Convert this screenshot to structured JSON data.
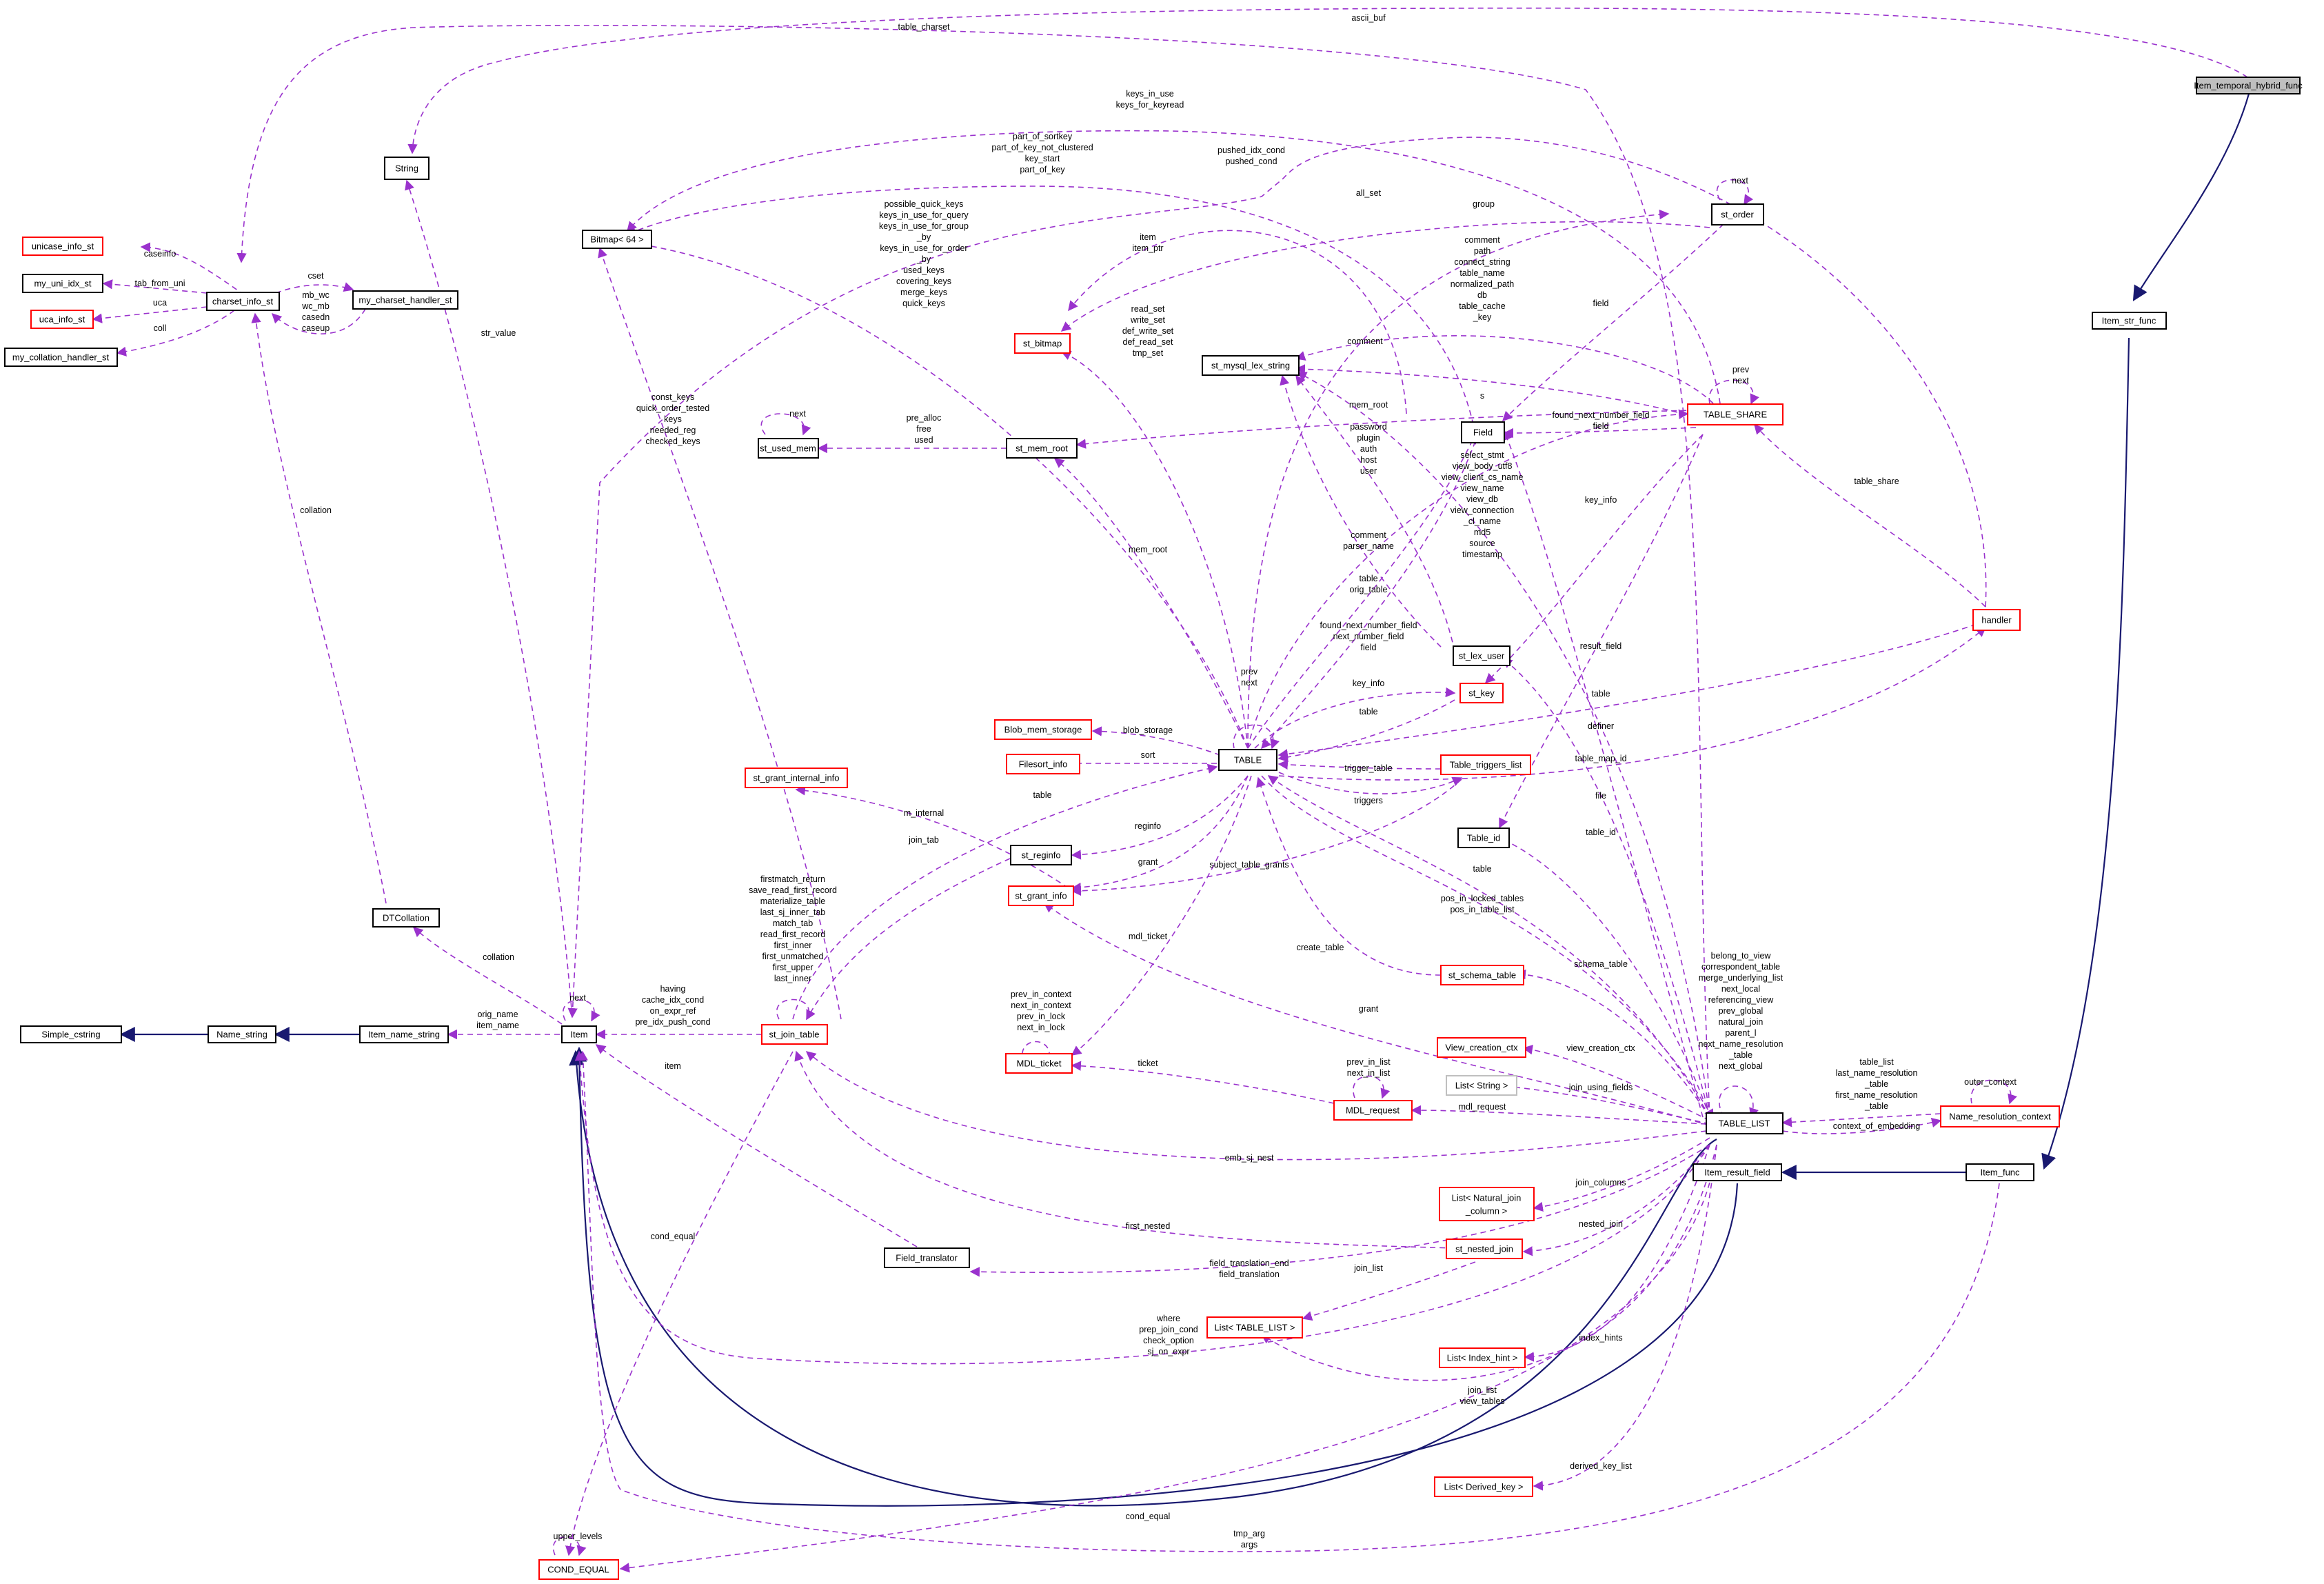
{
  "nodes": {
    "item_temporal_hybrid_func": "Item_temporal_hybrid_func",
    "item_str_func": "Item_str_func",
    "item_func": "Item_func",
    "item_result_field": "Item_result_field",
    "item": "Item",
    "item_name_string": "Item_name_string",
    "name_string": "Name_string",
    "simple_cstring": "Simple_cstring",
    "string": "String",
    "charset_info_st": "charset_info_st",
    "unicase_info_st": "unicase_info_st",
    "my_uni_idx_st": "my_uni_idx_st",
    "uca_info_st": "uca_info_st",
    "my_collation_handler_st": "my_collation_handler_st",
    "my_charset_handler_st": "my_charset_handler_st",
    "dtcollation": "DTCollation",
    "bitmap64": "Bitmap< 64 >",
    "st_used_mem": "st_used_mem",
    "st_mem_root": "st_mem_root",
    "st_bitmap": "st_bitmap",
    "st_mysql_lex_string": "st_mysql_lex_string",
    "st_order": "st_order",
    "table_share": "TABLE_SHARE",
    "field": "Field",
    "handler": "handler",
    "st_lex_user": "st_lex_user",
    "st_key": "st_key",
    "table": "TABLE",
    "blob_mem_storage": "Blob_mem_storage",
    "filesort_info": "Filesort_info",
    "st_grant_internal_info": "st_grant_internal_info",
    "table_triggers_list": "Table_triggers_list",
    "table_id": "Table_id",
    "st_reginfo": "st_reginfo",
    "st_grant_info": "st_grant_info",
    "st_join_table": "st_join_table",
    "mdl_ticket": "MDL_ticket",
    "mdl_request": "MDL_request",
    "st_schema_table": "st_schema_table",
    "view_creation_ctx": "View_creation_ctx",
    "list_string": "List< String >",
    "table_list": "TABLE_LIST",
    "name_resolution_context": "Name_resolution_context",
    "list_natural_join_column_1": "List< Natural_join",
    "list_natural_join_column_2": "_column >",
    "st_nested_join": "st_nested_join",
    "field_translator": "Field_translator",
    "list_table_list": "List< TABLE_LIST >",
    "list_index_hint": "List< Index_hint >",
    "list_derived_key": "List< Derived_key >",
    "cond_equal": "COND_EQUAL"
  },
  "edge_labels": {
    "table_charset": "table_charset",
    "ascii_buf": "ascii_buf",
    "keys_in_use": "keys_in_use\nkeys_for_keyread",
    "part_of_sortkey": "part_of_sortkey\npart_of_key_not_clustered\nkey_start\npart_of_key",
    "pushed_idx_cond": "pushed_idx_cond\npushed_cond",
    "possible_quick_keys": "possible_quick_keys\nkeys_in_use_for_query\nkeys_in_use_for_group\n_by\nkeys_in_use_for_order\n_by\nused_keys\ncovering_keys\nmerge_keys\nquick_keys",
    "all_set": "all_set",
    "group": "group",
    "next_order": "next",
    "item_ptr": "item\nitem_ptr",
    "comment_path": "comment\npath\nconnect_string\ntable_name\nnormalized_path\ndb\ntable_cache\n_key",
    "field_order": "field",
    "read_set": "read_set\nwrite_set\ndef_write_set\ndef_read_set\ntmp_set",
    "comment_share": "comment",
    "prev_next_share": "prev\nnext",
    "caseinfo": "caseinfo",
    "tab_from_uni": "tab_from_uni",
    "uca": "uca",
    "coll": "coll",
    "cset": "cset",
    "mb_wc": "mb_wc\nwc_mb\ncasedn\ncaseup",
    "str_value": "str_value",
    "const_keys": "const_keys\nquick_order_tested\nkeys\nneeded_reg\nchecked_keys",
    "next_used_mem": "next",
    "pre_alloc": "pre_alloc\nfree\nused",
    "mem_root_s": "mem_root",
    "s": "s",
    "password": "password\nplugin\nauth\nhost\nuser",
    "found_next_number_field_share": "found_next_number_field\nfield",
    "select_stmt": "select_stmt\nview_body_utf8\nview_client_cs_name\nview_name\nview_db\nview_connection\n_cl_name\nmd5\nsource\ntimestamp",
    "key_info_share": "key_info",
    "table_share_label": "table_share",
    "collation_dt": "collation",
    "mem_root_table": "mem_root",
    "comment_parser": "comment\nparser_name",
    "table_orig": "table\norig_table",
    "found_next_number_field_table": "found_next_number_field\nnext_number_field\nfield",
    "result_field": "result_field",
    "key_info_table": "key_info",
    "table_key": "table",
    "table_handler": "table",
    "definer": "definer",
    "prev_next_table": "prev\nnext",
    "blob_storage": "blob_storage",
    "sort": "sort",
    "trigger_table": "trigger_table",
    "triggers": "triggers",
    "table_map_id": "table_map_id",
    "file": "file",
    "table_jt": "table",
    "m_internal": "m_internal",
    "reginfo": "reginfo",
    "grant": "grant",
    "subject_table_grants": "subject_table_grants",
    "join_tab": "join_tab",
    "mdl_ticket_label": "mdl_ticket",
    "firstmatch_return": "firstmatch_return\nsave_read_first_record\nmaterialize_table\nlast_sj_inner_tab\nmatch_tab\nread_first_record\nfirst_inner\nfirst_unmatched\nfirst_upper\nlast_inner",
    "table_tl": "table",
    "table_id_label": "table_id",
    "pos_in_locked_tables": "pos_in_locked_tables\npos_in_table_list",
    "create_table": "create_table",
    "schema_table": "schema_table",
    "belong_to_view": "belong_to_view\ncorrespondent_table\nmerge_underlying_list\nnext_local\nreferencing_view\nprev_global\nnatural_join\nparent_l\nnext_name_resolution\n_table\nnext_global",
    "orig_name": "orig_name\nitem_name",
    "next_item": "next",
    "having": "having\ncache_idx_cond\non_expr_ref\npre_idx_push_cond",
    "collation_item": "collation",
    "item_ft": "item",
    "grant_tl": "grant",
    "prev_in_context": "prev_in_context\nnext_in_context\nprev_in_lock\nnext_in_lock",
    "ticket": "ticket",
    "prev_in_list": "prev_in_list\nnext_in_list",
    "view_creation_ctx_label": "view_creation_ctx",
    "join_using_fields": "join_using_fields",
    "mdl_request_label": "mdl_request",
    "table_list_ctx": "table_list\nlast_name_resolution\n_table\nfirst_name_resolution\n_table",
    "outer_context": "outer_context",
    "context_of_embedding": "context_of_embedding",
    "emb_sj_nest": "emb_sj_nest",
    "join_columns": "join_columns",
    "first_nested": "first_nested",
    "nested_join": "nested_join",
    "cond_equal_jt": "cond_equal",
    "field_translation_end": "field_translation_end\nfield_translation",
    "join_list": "join_list",
    "where": "where\nprep_join_cond\ncheck_option\nsj_on_expr",
    "index_hints": "index_hints",
    "join_list_view": "join_list\nview_tables",
    "derived_key_list": "derived_key_list",
    "upper_levels": "upper_levels",
    "cond_equal_tl": "cond_equal",
    "tmp_arg": "tmp_arg\nargs"
  }
}
